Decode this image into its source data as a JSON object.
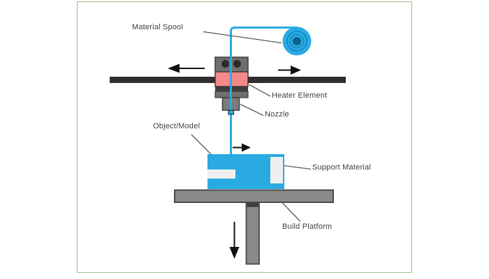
{
  "diagram": {
    "type": "schematic",
    "subject": "FDM 3D printing process",
    "labels": {
      "material_spool": "Material Spool",
      "heater_element": "Heater Element",
      "nozzle": "Nozzle",
      "object_model": "Object/Model",
      "support_material": "Support Material",
      "build_platform": "Build Platform"
    },
    "icons": {
      "arrow_left": "carriage motion left ◀",
      "arrow_right": "carriage motion right ▶",
      "arrow_right_small": "deposition direction ▶",
      "arrow_down": "platform motion down ▼"
    },
    "colors": {
      "filament_cyan": "#29ABE2",
      "spool_ring": "#1287C6",
      "spool_hub": "#0B628D",
      "heater_pink": "#F58989",
      "machine_gray": "#6F6F6F",
      "nozzle_gray": "#7C7C7C",
      "platform_gray": "#8A8A8A",
      "rail_black": "#2F2F2F",
      "outline_dark": "#3D3D3D",
      "support_white": "#EFEFEF",
      "leader_line": "#5A5A5A",
      "label_text": "#3E3E3E",
      "frame_border": "#A3B98C"
    }
  }
}
